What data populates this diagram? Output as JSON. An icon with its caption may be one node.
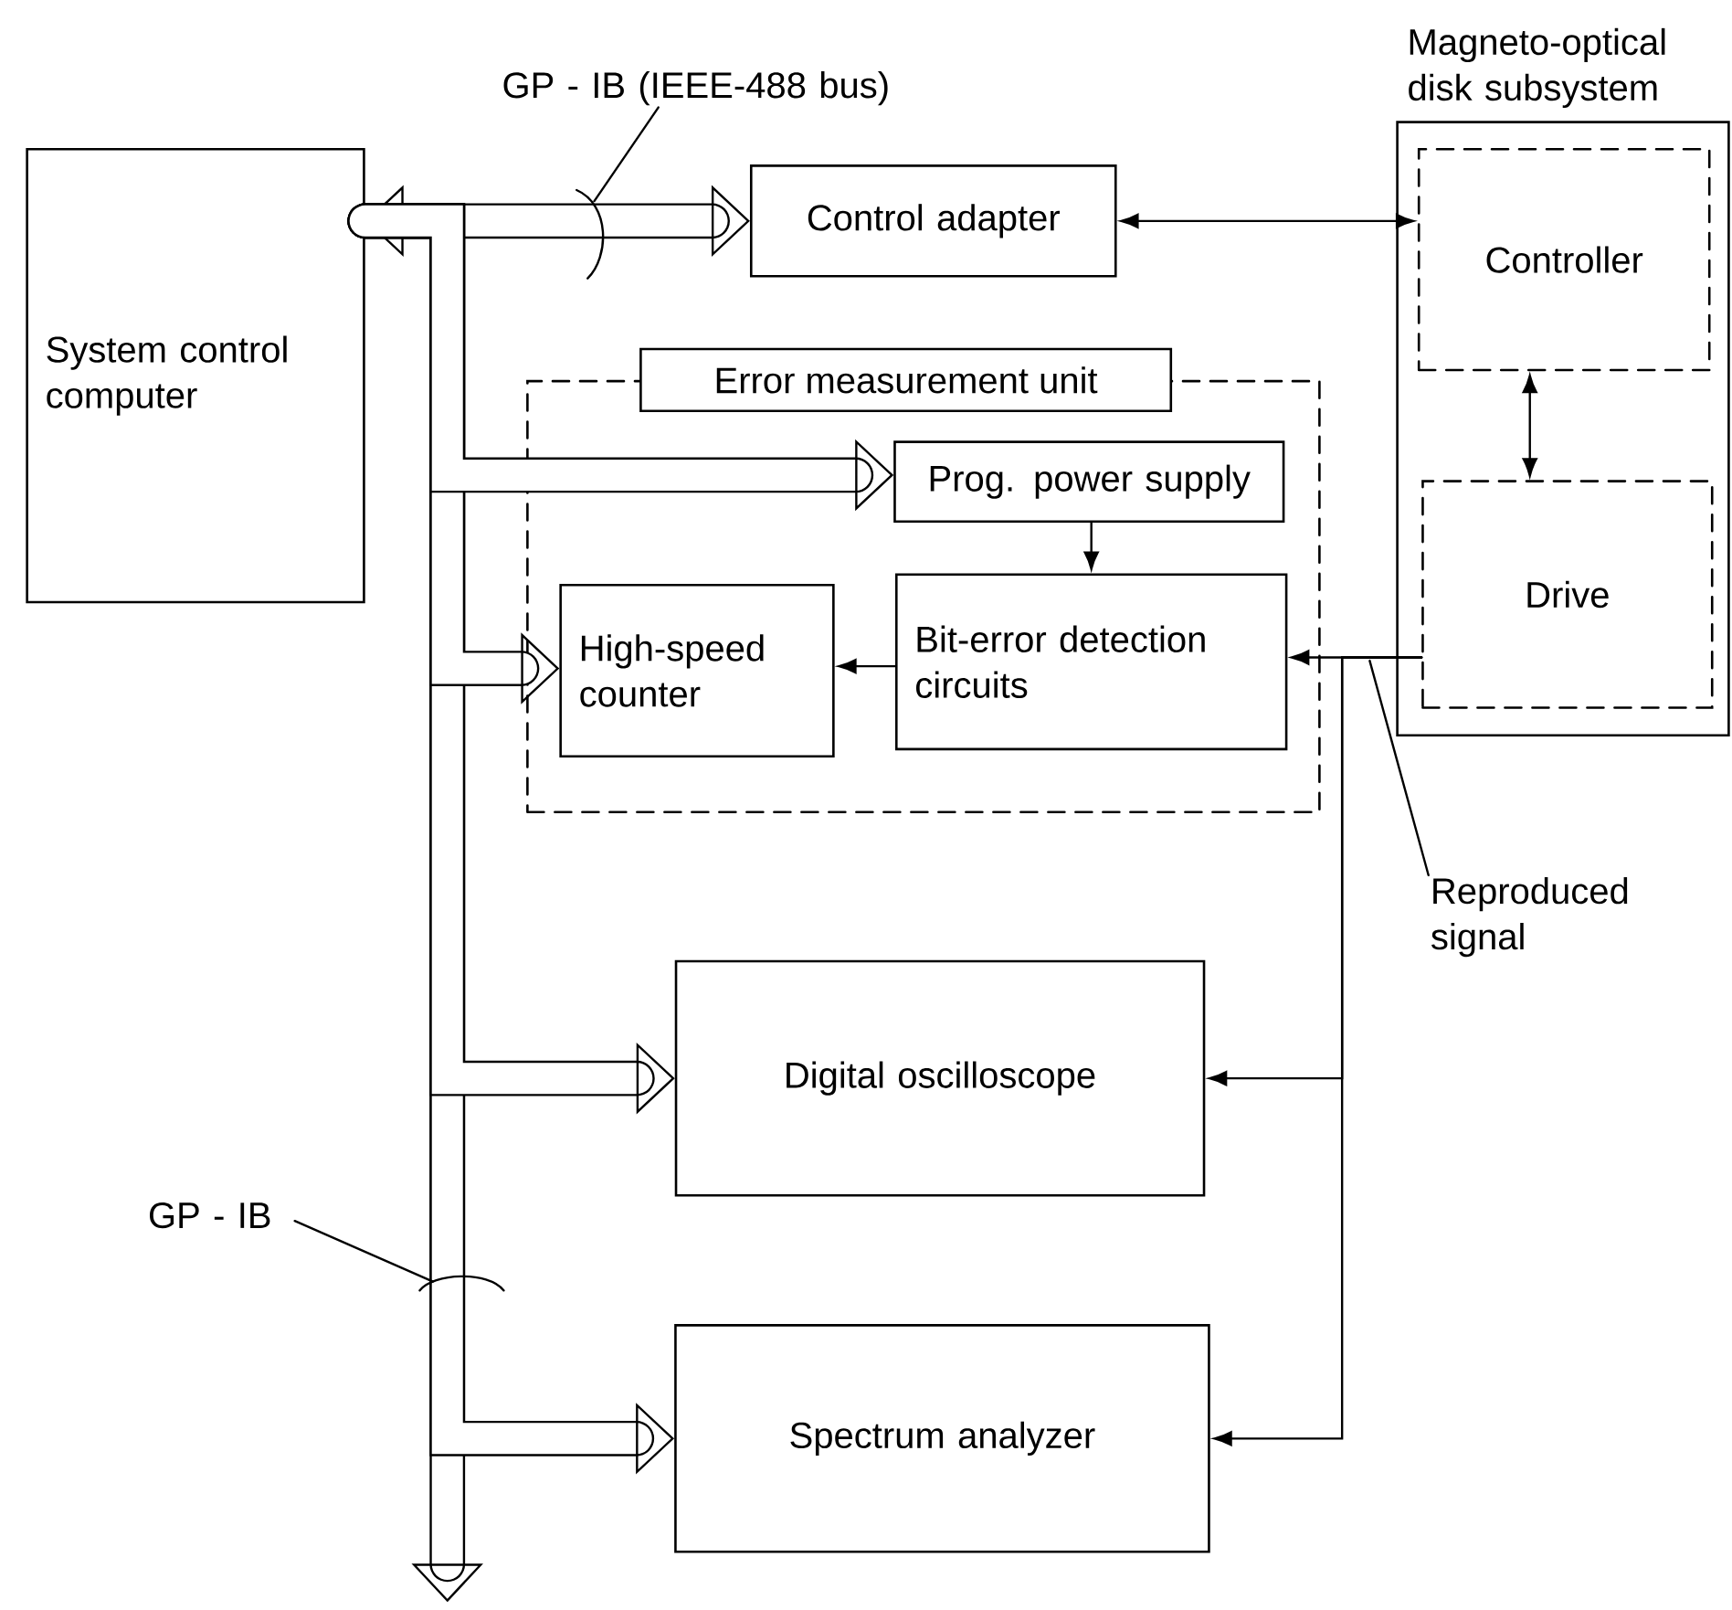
{
  "diagram": {
    "nodes": [
      {
        "text": [
          "System control computer"
        ]
      },
      {
        "text": [
          "Control adapter"
        ]
      },
      {
        "text": [
          "Magneto-optical disk subsystem"
        ]
      },
      {
        "text": [
          "Controller"
        ],
        "in": 2
      },
      {
        "text": [
          "Drive"
        ],
        "in": 2
      },
      {
        "text": [
          "Error measurement unit"
        ]
      },
      {
        "text": [
          "Prog. power supply"
        ],
        "in": 5
      },
      {
        "text": [
          "High-speed counter"
        ],
        "in": 5
      },
      {
        "text": [
          "Bit-error detection circuits"
        ],
        "in": 5
      },
      {
        "text": [
          "Digital oscilloscope"
        ]
      },
      {
        "text": [
          "Spectrum analyzer"
        ]
      },
      {
        "text": [
          "GP - IB (IEEE-488 bus)"
        ]
      },
      {
        "text": [
          "GP - IB"
        ]
      },
      {
        "text": [
          "Reproduced signal"
        ]
      }
    ],
    "edges": [
      {
        "from": 0,
        "to": 1,
        "arrow": "both",
        "style": "thick"
      },
      {
        "from": 0,
        "to": 6,
        "arrow": "to",
        "style": "thick"
      },
      {
        "from": 0,
        "to": 7,
        "arrow": "to",
        "style": "thick"
      },
      {
        "from": 0,
        "to": 9,
        "arrow": "to",
        "style": "thick"
      },
      {
        "from": 0,
        "to": 10,
        "arrow": "to",
        "style": "thick"
      },
      {
        "from": 0,
        "to": null,
        "arrow": "to",
        "style": "thick"
      },
      {
        "from": 1,
        "to": 3,
        "arrow": "both"
      },
      {
        "from": 3,
        "to": 4,
        "arrow": "both"
      },
      {
        "from": 6,
        "to": 8,
        "arrow": "to"
      },
      {
        "from": 8,
        "to": 7,
        "arrow": "to"
      },
      {
        "from": 4,
        "to": 8,
        "arrow": "to"
      },
      {
        "from": 4,
        "to": 9,
        "arrow": "to"
      },
      {
        "from": 4,
        "to": 10,
        "arrow": "to"
      },
      {
        "from": 11,
        "to": null,
        "arrow": "none"
      },
      {
        "from": 12,
        "to": null,
        "arrow": "none"
      },
      {
        "from": 13,
        "to": null,
        "arrow": "none"
      }
    ]
  }
}
